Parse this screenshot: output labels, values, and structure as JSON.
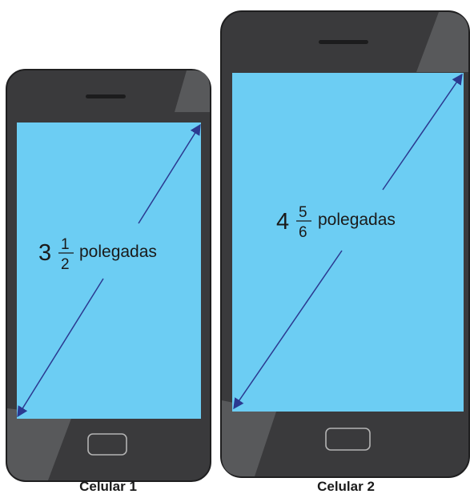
{
  "phones": [
    {
      "caption": "Celular 1",
      "measure": {
        "whole": "3",
        "numerator": "1",
        "denominator": "2",
        "unit": "polegadas"
      }
    },
    {
      "caption": "Celular 2",
      "measure": {
        "whole": "4",
        "numerator": "5",
        "denominator": "6",
        "unit": "polegadas"
      }
    }
  ],
  "colors": {
    "screen": "#6ccdf3",
    "body": "#3a3a3c",
    "body_highlight": "#58595b",
    "arrow": "#2b3990"
  }
}
